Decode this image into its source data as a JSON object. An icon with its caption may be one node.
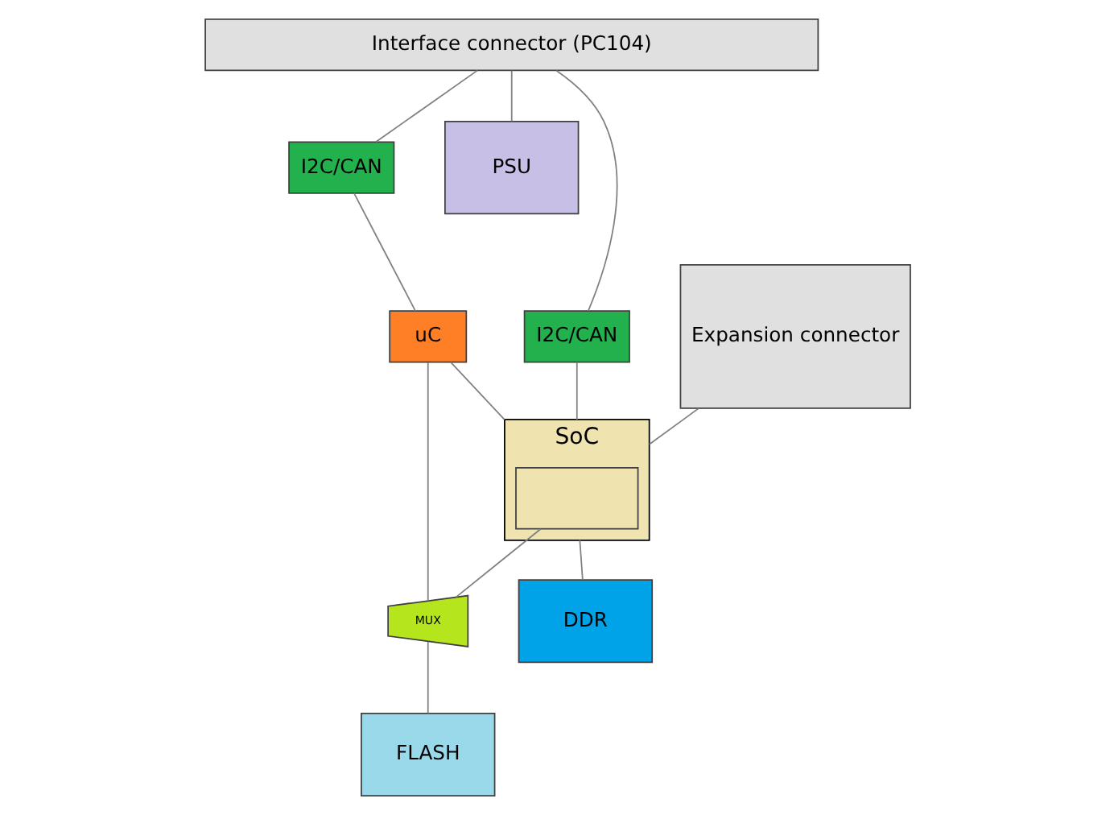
{
  "diagram": {
    "nodes": [
      {
        "text": [
          "Interface connector (PC104)"
        ]
      },
      {
        "text": [
          "I2C/CAN"
        ]
      },
      {
        "text": [
          "PSU"
        ]
      },
      {
        "text": [
          "I2C/CAN"
        ]
      },
      {
        "text": [
          "uC"
        ]
      },
      {
        "text": [
          "Expansion connector"
        ]
      },
      {
        "text": [
          "SoC"
        ]
      },
      {
        "text": [],
        "shape": "box",
        "in": 6
      },
      {
        "text": [
          "MUX"
        ]
      },
      {
        "text": [
          "FLASH"
        ]
      },
      {
        "text": [
          "DDR"
        ]
      }
    ],
    "edges": [
      {
        "from": 0,
        "to": 1,
        "arrow": "none"
      },
      {
        "from": 1,
        "to": 4,
        "arrow": "none"
      },
      {
        "from": 0,
        "to": 3,
        "arrow": "none"
      },
      {
        "from": 0,
        "to": 2,
        "arrow": "none"
      },
      {
        "from": 3,
        "to": 6,
        "arrow": "none"
      },
      {
        "from": 4,
        "to": 6,
        "arrow": "none"
      },
      {
        "from": 4,
        "to": 8,
        "arrow": "none"
      },
      {
        "from": 7,
        "to": 8,
        "arrow": "none"
      },
      {
        "from": 8,
        "to": 9,
        "arrow": "none"
      },
      {
        "from": 5,
        "to": 6,
        "arrow": "none"
      },
      {
        "from": 6,
        "to": 10,
        "arrow": "none"
      }
    ]
  }
}
